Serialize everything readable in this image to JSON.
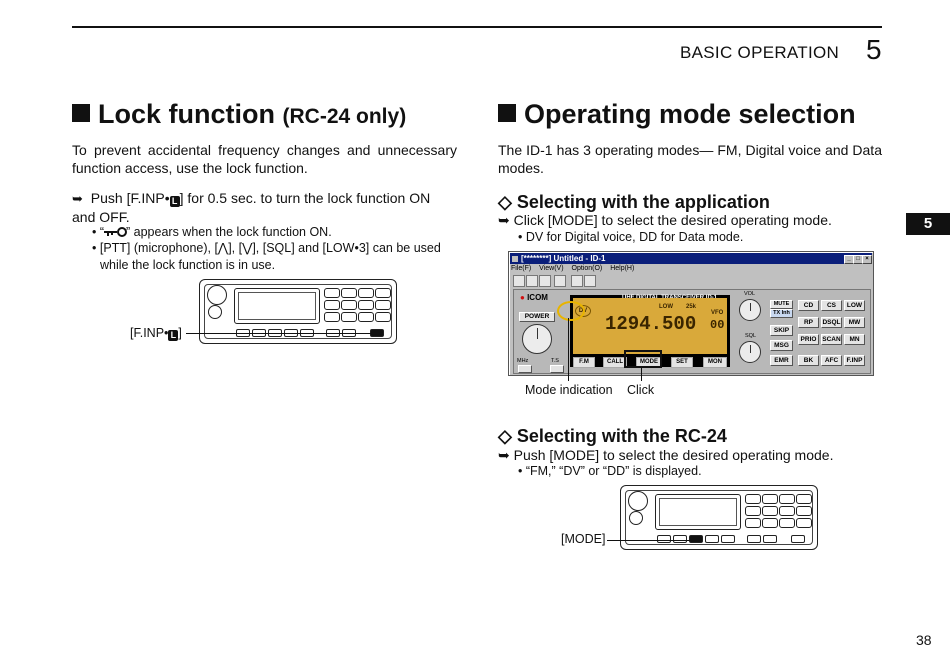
{
  "header": {
    "section_title": "BASIC OPERATION",
    "section_number": "5",
    "side_tab": "5"
  },
  "lock": {
    "title": "Lock function",
    "title_suffix": "(RC-24 only)",
    "intro": "To prevent accidental frequency changes and unnecessary function access, use the lock function.",
    "step": {
      "arrow": "➥",
      "before_key": "Push [F.INP•",
      "key": "L",
      "after_key": "] for 0.5 sec. to turn the lock function ON and OFF."
    },
    "bullets": [
      {
        "before": "• “",
        "icon": "key-icon",
        "after": "” appears when the lock function ON."
      },
      {
        "text": "• [PTT] (microphone), [⋀], [⋁], [SQL] and [LOW•3] can be used while the lock function is in use."
      }
    ],
    "figure_label_before": "[F.INP•",
    "figure_label_key": "L",
    "figure_label_after": "]"
  },
  "mode": {
    "title": "Operating mode selection",
    "intro": "The ID-1 has 3 operating modes— FM, Digital voice and Data modes.",
    "app": {
      "heading": "◇ Selecting with the application",
      "step": "➥ Click [MODE] to select the desired operating mode.",
      "bullet": "• DV for Digital voice, DD for Data mode.",
      "label_mode_indication": "Mode indication",
      "label_click": "Click"
    },
    "rc24": {
      "heading": "◇ Selecting with the RC-24",
      "step": "➥ Push [MODE] to select the desired operating mode.",
      "bullet": "• “FM,” “DV” or “DD” is displayed.",
      "figure_label": "[MODE]"
    }
  },
  "software": {
    "window_title": "[********] Untitled - ID-1",
    "title_buttons": [
      "_",
      "□",
      "×"
    ],
    "menu": [
      "File(F)",
      "View(V)",
      "Option(O)",
      "Help(H)"
    ],
    "brand": "ICOM",
    "power": "POWER",
    "display_header": "UHF DIGITAL TRANSCEIVER   ID-1",
    "mode_indicator": "DV",
    "power_level": "LOW",
    "step": "25k",
    "vfo": "VFO",
    "channel": "00",
    "frequency": "1294.500",
    "vol": "VOL",
    "sql": "SQL",
    "mhz": "MHz",
    "ts": "T.S",
    "display_buttons": [
      "F.M",
      "CALL",
      "MODE",
      "SET",
      "MON"
    ],
    "mid_buttons": [
      "MUTE",
      "TX Inh",
      "SKIP",
      "MSG",
      "EMR"
    ],
    "grid_buttons": [
      "CD",
      "CS",
      "LOW",
      "RP",
      "DSQL",
      "MW",
      "PRIO",
      "SCAN",
      "MN",
      "BK",
      "AFC",
      "F.INP"
    ]
  },
  "colors": {
    "title_bar": "#0a1e7a",
    "lcd": "#d9a93a",
    "highlight": "#e8b400"
  },
  "page_number": "38"
}
